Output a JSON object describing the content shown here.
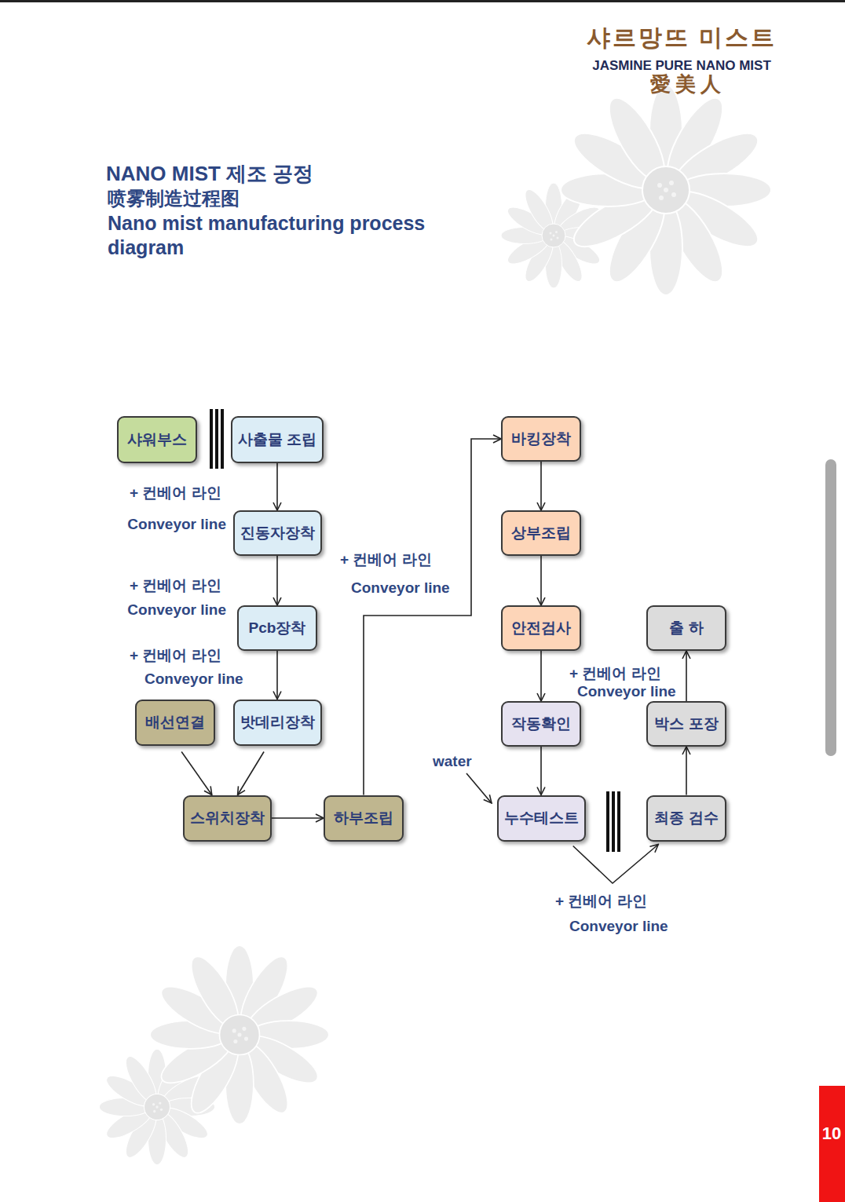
{
  "diagram": {
    "title": "NANO MIST 제조 공정",
    "nodes": [
      {
        "text": [
          "샤워부스"
        ]
      },
      {
        "text": [
          "사출물 조립"
        ]
      },
      {
        "text": [
          "진동자장착"
        ]
      },
      {
        "text": [
          "Pcb장착"
        ]
      },
      {
        "text": [
          "배선연결"
        ]
      },
      {
        "text": [
          "밧데리장착"
        ]
      },
      {
        "text": [
          "스위치장착"
        ]
      },
      {
        "text": [
          "하부조립"
        ]
      },
      {
        "text": [
          "바킹장착"
        ]
      },
      {
        "text": [
          "상부조립"
        ]
      },
      {
        "text": [
          "안전검사"
        ]
      },
      {
        "text": [
          "작동확인"
        ]
      },
      {
        "text": [
          "누수테스트"
        ]
      },
      {
        "text": [
          "최종 검수"
        ]
      },
      {
        "text": [
          "박스 포장"
        ]
      },
      {
        "text": [
          "출 하"
        ]
      }
    ],
    "edges": [
      {
        "from": 1,
        "to": 2,
        "arrow": "to"
      },
      {
        "from": 2,
        "to": 3,
        "arrow": "to"
      },
      {
        "from": 3,
        "to": 5,
        "arrow": "to"
      },
      {
        "from": 4,
        "to": 6,
        "arrow": "to"
      },
      {
        "from": 5,
        "to": 6,
        "arrow": "to"
      },
      {
        "from": 6,
        "to": 7,
        "arrow": "to"
      },
      {
        "from": 7,
        "to": 8,
        "arrow": "to"
      },
      {
        "from": 8,
        "to": 9,
        "arrow": "to"
      },
      {
        "from": 9,
        "to": 10,
        "arrow": "to"
      },
      {
        "from": 10,
        "to": 11,
        "arrow": "to"
      },
      {
        "from": 11,
        "to": 12,
        "arrow": "to"
      },
      {
        "from": 12,
        "to": 13,
        "arrow": "to"
      },
      {
        "from": 13,
        "to": 14,
        "arrow": "to"
      },
      {
        "from": 14,
        "to": 15,
        "arrow": "to"
      }
    ],
    "labels": [
      "샤르망뜨 미스트",
      "JASMINE PURE NANO MIST",
      "愛美人",
      "喷雾制造过程图",
      "Nano mist manufacturing process diagram",
      "+ 컨베어 라인",
      "Conveyor line",
      "+ 컨베어 라인",
      "Conveyor line",
      "+ 컨베어 라인",
      "Conveyor line",
      "+ 컨베어 라인",
      "Conveyor line",
      "+ 컨베어 라인",
      "Conveyor line",
      "+ 컨베어 라인",
      "Conveyor line",
      "water",
      "10"
    ]
  }
}
